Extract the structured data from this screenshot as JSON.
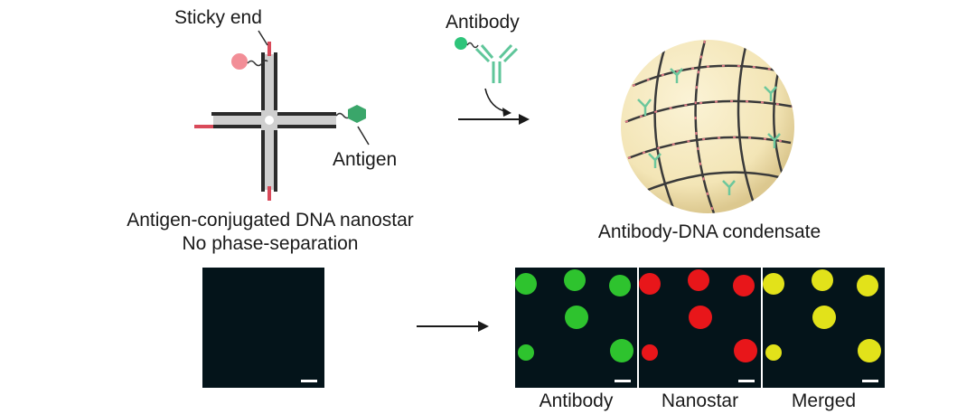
{
  "labels": {
    "sticky_end": "Sticky end",
    "antibody_top": "Antibody",
    "antigen": "Antigen",
    "nanostar_caption_line1": "Antigen-conjugated DNA nanostar",
    "nanostar_caption_line2": "No phase-separation",
    "condensate_caption": "Antibody-DNA condensate"
  },
  "micrographs": [
    {
      "label": "Antibody",
      "droplet_color": "#2ec32e"
    },
    {
      "label": "Nanostar",
      "droplet_color": "#e8161a"
    },
    {
      "label": "Merged",
      "droplet_color": "#e2e21a"
    }
  ],
  "colors": {
    "dna_strand": "#2b2b2b",
    "sticky_end": "#d94a5a",
    "antigen": "#3aa66a",
    "antibody": "#5fc69a",
    "condensate_fill": "#f5e9bf",
    "micrograph_bg": "#04141a"
  },
  "icons": [
    "arrow-right-icon",
    "curved-arrow-icon",
    "dna-nanostar-icon",
    "antibody-icon",
    "condensate-sphere-icon"
  ]
}
